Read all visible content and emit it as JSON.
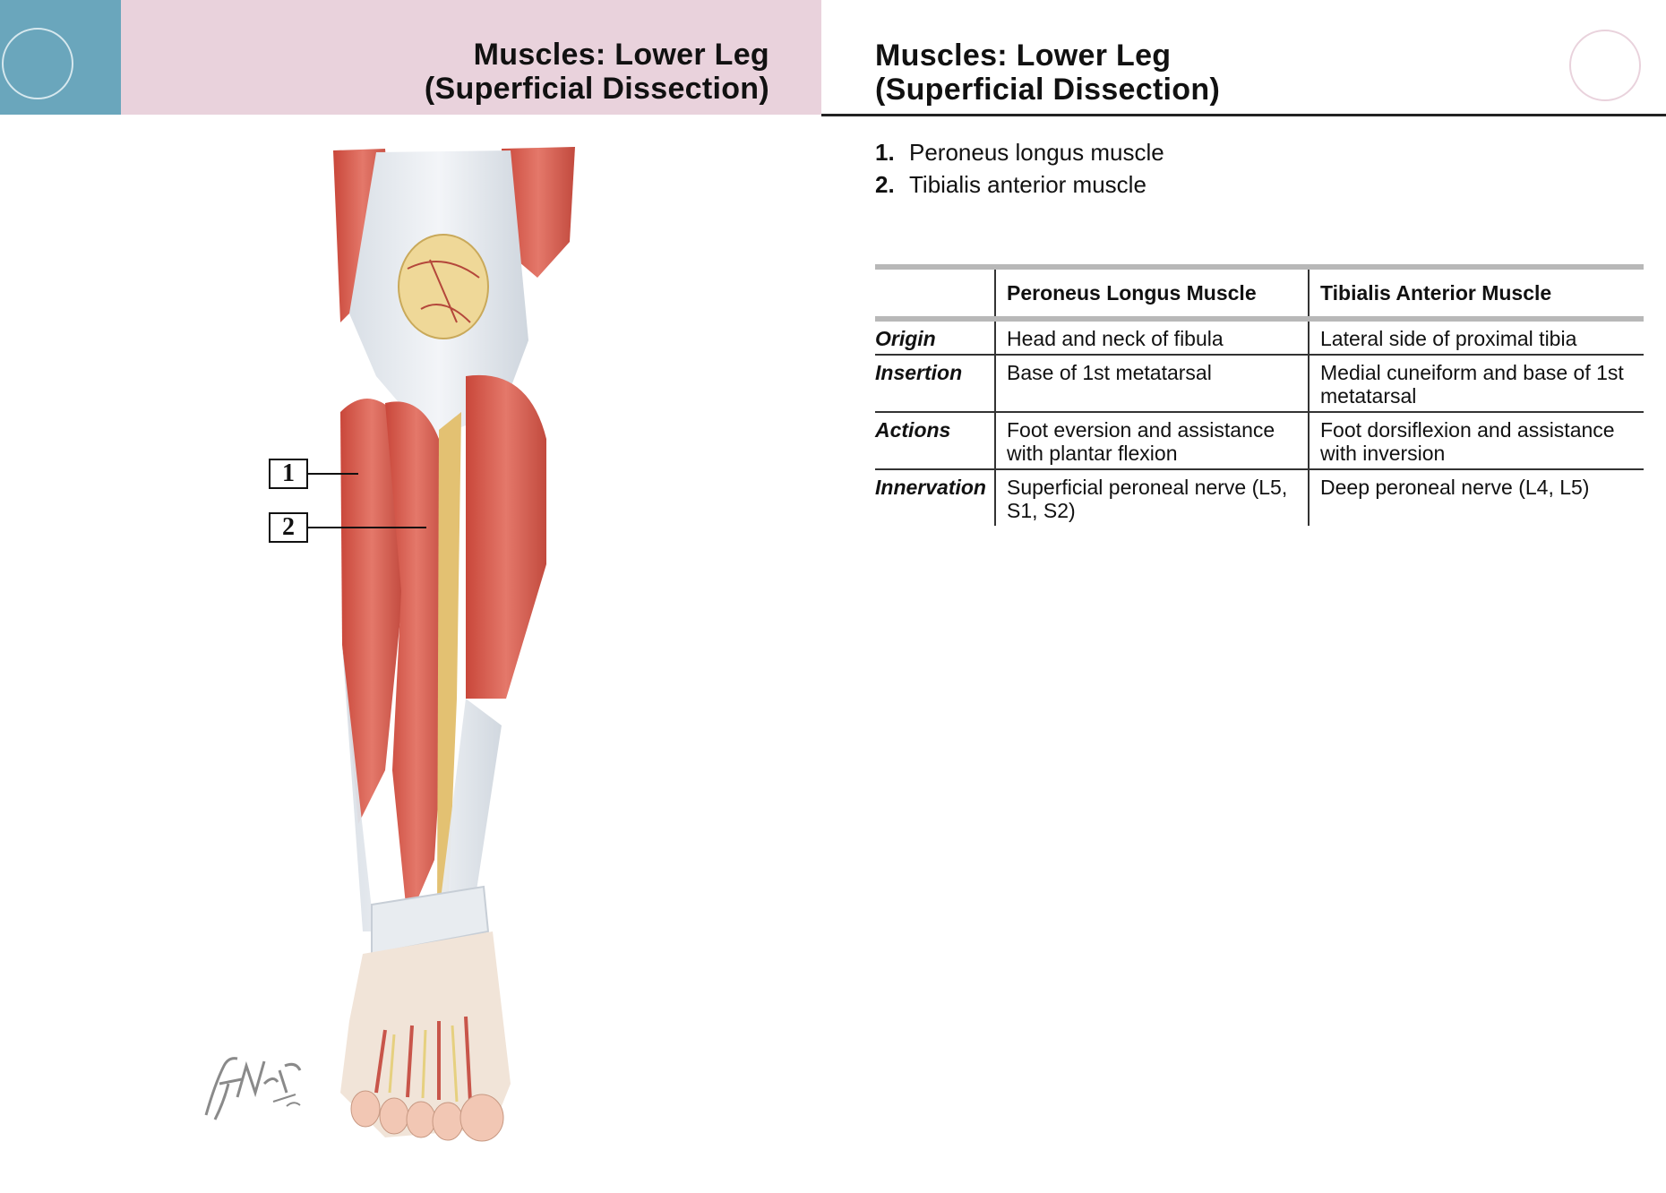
{
  "left_page": {
    "title_line1": "Muscles: Lower Leg",
    "title_line2": "(Superficial Dissection)",
    "labels": [
      "1",
      "2"
    ],
    "accent_colors": {
      "tab": "#6aa6bc",
      "band": "#e9d2dc"
    }
  },
  "right_page": {
    "title_line1": "Muscles: Lower Leg",
    "title_line2": "(Superficial Dissection)",
    "legend": [
      {
        "num": "1.",
        "text": "Peroneus longus muscle"
      },
      {
        "num": "2.",
        "text": "Tibialis anterior muscle"
      }
    ],
    "table": {
      "headers": [
        "",
        "Peroneus Longus Muscle",
        "Tibialis Anterior Muscle"
      ],
      "rows": [
        {
          "label": "Origin",
          "c1": "Head and neck of fibula",
          "c2": "Lateral side of proximal tibia"
        },
        {
          "label": "Insertion",
          "c1": "Base of 1st metatarsal",
          "c2": "Medial cuneiform and base of 1st metatarsal"
        },
        {
          "label": "Actions",
          "c1": "Foot eversion and assistance with plantar flexion",
          "c2": "Foot dorsiflexion and assistance with inversion"
        },
        {
          "label": "Innervation",
          "c1": "Superficial peroneal nerve (L5, S1, S2)",
          "c2": "Deep peroneal nerve (L4, L5)"
        }
      ]
    }
  }
}
